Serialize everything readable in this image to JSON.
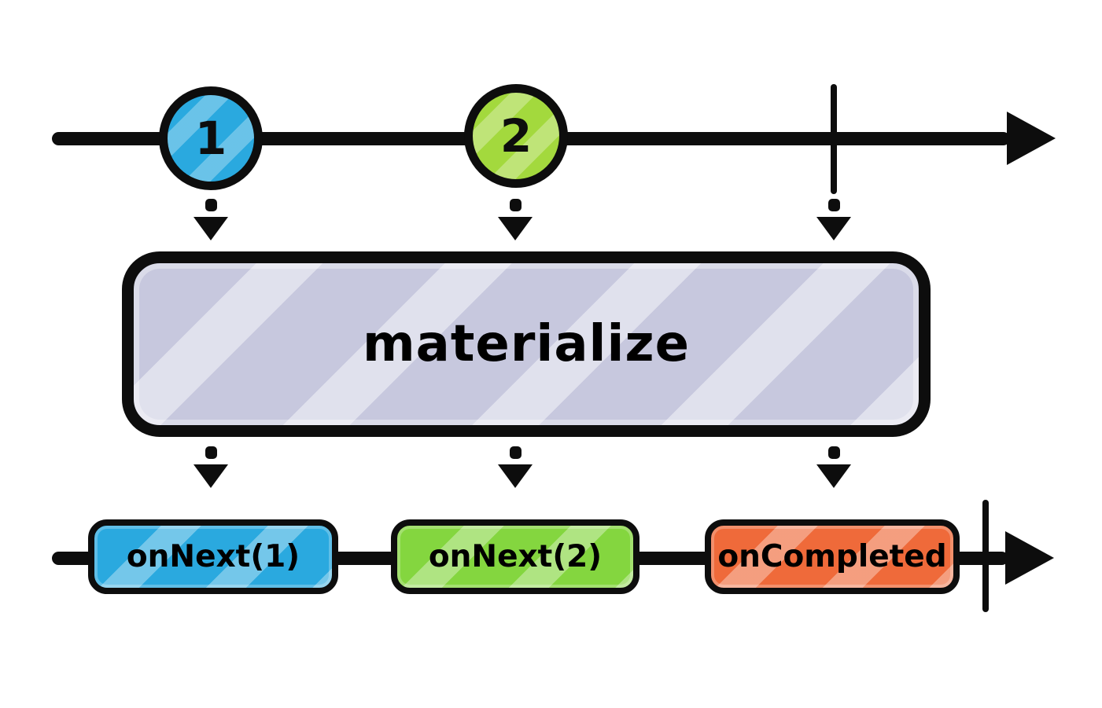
{
  "diagram": {
    "operator": {
      "label": "materialize"
    },
    "source_timeline": {
      "marbles": [
        {
          "label": "1",
          "color": "#2AA9DF"
        },
        {
          "label": "2",
          "color": "#A3D93D"
        }
      ],
      "completed": true
    },
    "output_timeline": {
      "events": [
        {
          "label": "onNext(1)",
          "color": "#2AA9DF"
        },
        {
          "label": "onNext(2)",
          "color": "#84D63F"
        },
        {
          "label": "onCompleted",
          "color": "#EF6A3A"
        }
      ],
      "completed": true
    },
    "colors": {
      "stroke": "#0D0D0D",
      "operator_box_fill": "#C7C8DE",
      "background": "#FFFFFF"
    }
  }
}
